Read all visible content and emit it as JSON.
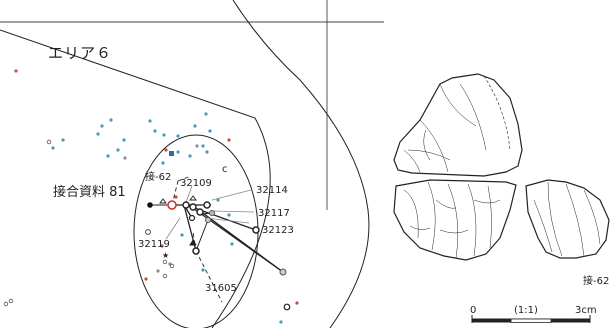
{
  "map": {
    "area_title": "エリア６",
    "group_label": "接合資料 81",
    "joint_label": "接-62",
    "quadrant_letter": "c",
    "point_labels": [
      "32109",
      "32114",
      "32117",
      "32123",
      "32119",
      "31605"
    ]
  },
  "artifact": {
    "caption": "接-62"
  },
  "scale": {
    "start": "0",
    "ratio": "(1:1)",
    "end": "3cm"
  },
  "colors": {
    "line": "#222222",
    "blue_point": "#4f97b8",
    "red_point": "#d2473b",
    "gray_point": "#8d8d8d"
  }
}
